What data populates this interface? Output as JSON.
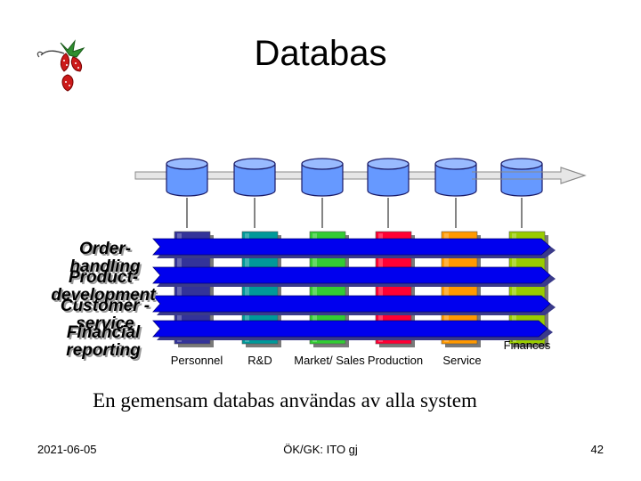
{
  "slide": {
    "title": "Databas",
    "caption": "En gemensam databas användas av alla system",
    "footer": {
      "date": "2021-06-05",
      "author": "ÖK/GK: ITO gj",
      "page": "42"
    }
  },
  "processes": [
    "Order-handling",
    "Product-development",
    "Customer -service",
    "Financial reporting"
  ],
  "departments": [
    {
      "label": "Personnel",
      "color": "#333399"
    },
    {
      "label": "R&D",
      "color": "#009999"
    },
    {
      "label": "Market/ Sales",
      "color": "#33cc33"
    },
    {
      "label": "Production",
      "color": "#ff0033"
    },
    {
      "label": "Service",
      "color": "#ff9900"
    },
    {
      "label": "Finances",
      "color": "#99cc00"
    }
  ],
  "colors": {
    "process_arrow": "#0000ee",
    "database": "#6699ff",
    "bus": "#e6e6e6"
  },
  "icons": {
    "logo": "strawberry-logo-icon"
  }
}
